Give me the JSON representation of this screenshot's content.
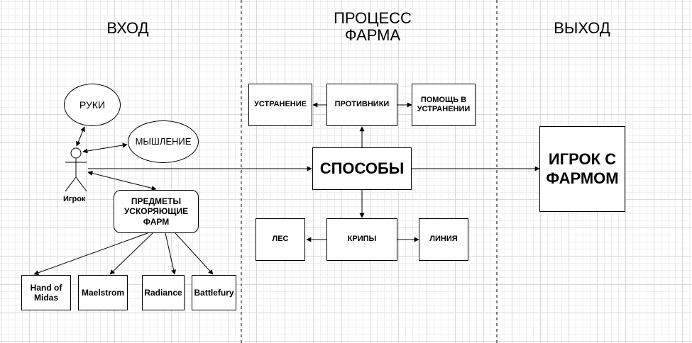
{
  "columns": {
    "input": "ВХОД",
    "process": "ПРОЦЕСС\nФАРМА",
    "output": "ВЫХОД"
  },
  "actor": {
    "label": "Игрок"
  },
  "input_nodes": {
    "hands": "РУКИ",
    "thinking": "МЫШЛЕНИЕ",
    "items": "ПРЕДМЕТЫ УСКОРЯЮЩИЕ ФАРМ"
  },
  "item_list": {
    "hand_of_midas": "Hand of Midas",
    "maelstrom": "Maelstrom",
    "radiance": "Radiance",
    "battlefury": "Battlefury"
  },
  "process_nodes": {
    "methods": "СПОСОБЫ",
    "enemies": "ПРОТИВНИКИ",
    "elimination": "УСТРАНЕНИЕ",
    "help_elimination": "ПОМОЩЬ В УСТРАНЕНИИ",
    "creeps": "КРИПЫ",
    "forest": "ЛЕС",
    "lane": "ЛИНИЯ"
  },
  "output_nodes": {
    "farmed_player": "ИГРОК С ФАРМОМ"
  },
  "colors": {
    "stroke": "#000000",
    "fill": "#ffffff",
    "grid": "#d9d9d9"
  }
}
